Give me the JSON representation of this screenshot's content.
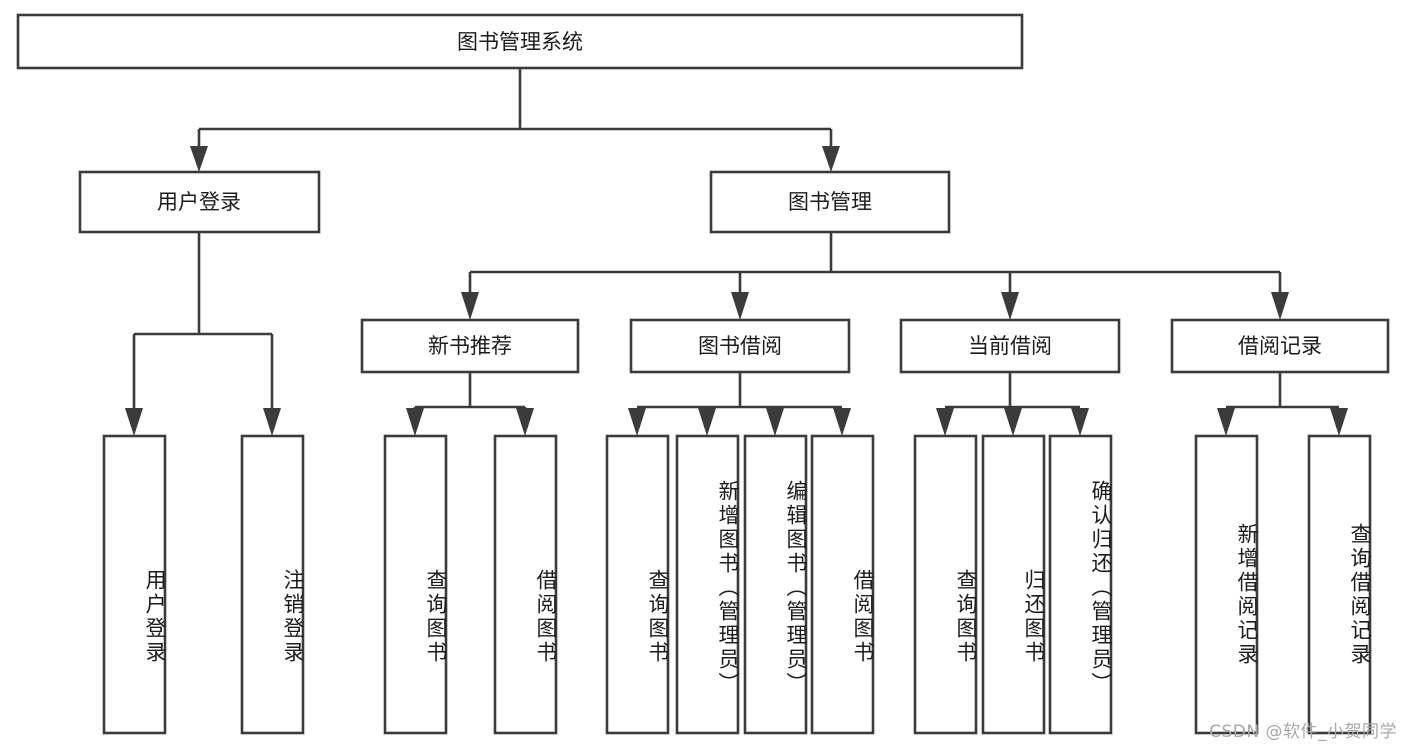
{
  "diagram": {
    "title": "图书管理系统",
    "type": "tree-hierarchy-chart",
    "orientation": "top-down",
    "colors": {
      "box_fill": "#ffffff",
      "box_stroke": "#3b3b3b",
      "connector": "#3b3b3b",
      "text": "#1c1c1c",
      "background": "#ffffff",
      "watermark": "#a8a8a8"
    },
    "levels": {
      "root": {
        "label": "图书管理系统"
      },
      "level2": [
        {
          "label": "用户登录"
        },
        {
          "label": "图书管理"
        }
      ],
      "level3": [
        {
          "label": "新书推荐"
        },
        {
          "label": "图书借阅"
        },
        {
          "label": "当前借阅"
        },
        {
          "label": "借阅记录"
        }
      ],
      "leaves": {
        "user_login": [
          {
            "label": "用户登录"
          },
          {
            "label": "注销登录"
          }
        ],
        "new_book_recommend": [
          {
            "label": "查询图书"
          },
          {
            "label": "借阅图书"
          }
        ],
        "book_borrow": [
          {
            "label": "查询图书"
          },
          {
            "label": "新增图书（管理员）"
          },
          {
            "label": "编辑图书（管理员）"
          },
          {
            "label": "借阅图书"
          }
        ],
        "current_borrow": [
          {
            "label": "查询图书"
          },
          {
            "label": "归还图书"
          },
          {
            "label": "确认归还（管理员）"
          }
        ],
        "borrow_record": [
          {
            "label": "新增借阅记录"
          },
          {
            "label": "查询借阅记录"
          }
        ]
      }
    },
    "watermark": "CSDN @软件_小贺同学"
  }
}
